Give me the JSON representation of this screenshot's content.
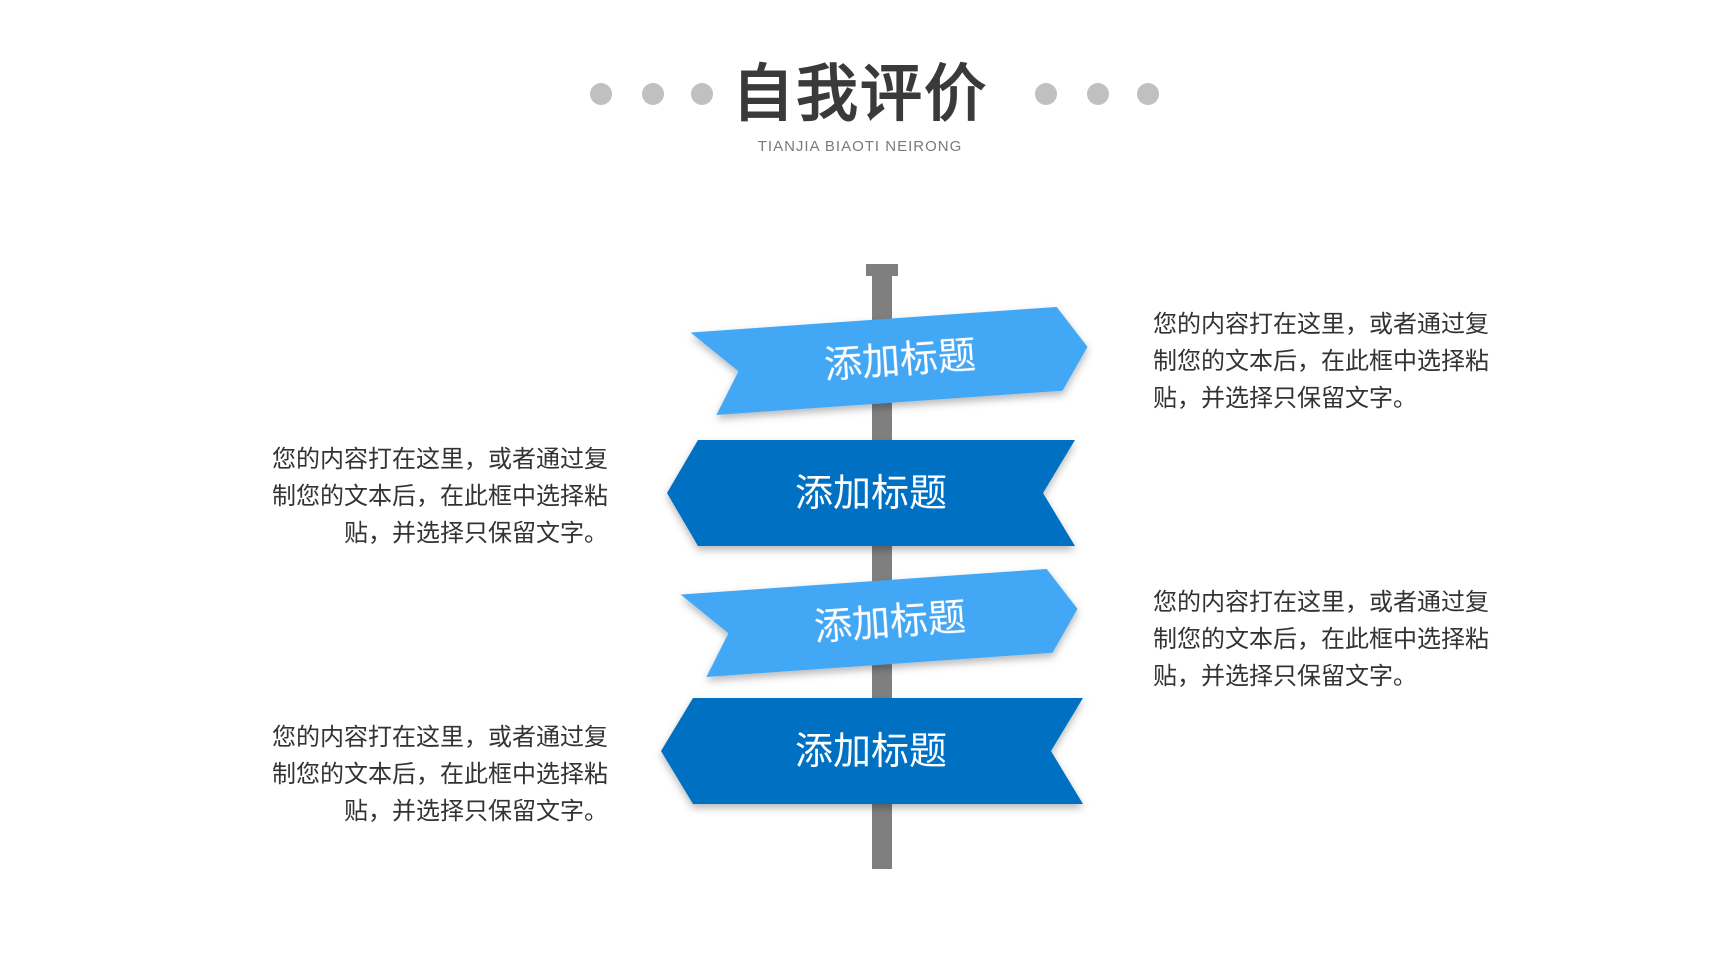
{
  "header": {
    "title": "自我评价",
    "subtitle": "TIANJIA BIAOTI NEIRONG"
  },
  "signs": [
    {
      "label": "添加标题",
      "direction": "right",
      "color": "#42a8f5"
    },
    {
      "label": "添加标题",
      "direction": "left",
      "color": "#0270c3"
    },
    {
      "label": "添加标题",
      "direction": "right",
      "color": "#42a8f5"
    },
    {
      "label": "添加标题",
      "direction": "left",
      "color": "#0270c3"
    }
  ],
  "descriptions": [
    {
      "side": "right",
      "lines": [
        "您的内容打在这里，或者通过复",
        "制您的文本后，在此框中选择粘",
        "贴，并选择只保留文字。"
      ]
    },
    {
      "side": "left",
      "lines": [
        "您的内容打在这里，或者通过复",
        "制您的文本后，在此框中选择粘",
        "贴，并选择只保留文字。"
      ]
    },
    {
      "side": "right",
      "lines": [
        "您的内容打在这里，或者通过复",
        "制您的文本后，在此框中选择粘",
        "贴，并选择只保留文字。"
      ]
    },
    {
      "side": "left",
      "lines": [
        "您的内容打在这里，或者通过复",
        "制您的文本后，在此框中选择粘",
        "贴，并选择只保留文字。"
      ]
    }
  ],
  "colors": {
    "post": "#7f7f7f",
    "dots": "#c0c0c0",
    "title": "#3a3a3a"
  }
}
